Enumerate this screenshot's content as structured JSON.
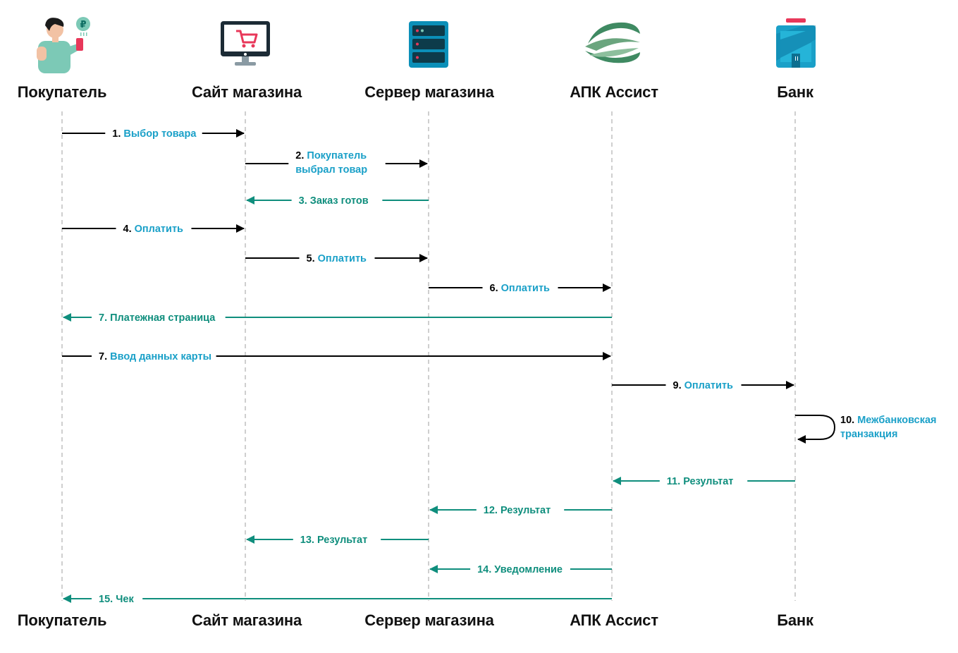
{
  "actors": [
    {
      "id": "buyer",
      "name": "Покупатель",
      "icon": "person-paying-icon"
    },
    {
      "id": "site",
      "name": "Сайт магазина",
      "icon": "monitor-cart-icon"
    },
    {
      "id": "server",
      "name": "Сервер магазина",
      "icon": "server-rack-icon"
    },
    {
      "id": "assist",
      "name": "АПК Ассист",
      "icon": "assist-leaf-logo"
    },
    {
      "id": "bank",
      "name": "Банк",
      "icon": "bank-building-icon"
    }
  ],
  "colors": {
    "request": "#000000",
    "response": "#0f8e7d",
    "label_accent": "#1aa0c8",
    "lifeline": "#b5b5b5"
  },
  "messages": [
    {
      "num": "1.",
      "lines": [
        "Выбор товара"
      ],
      "from": "buyer",
      "to": "site",
      "kind": "request"
    },
    {
      "num": "2.",
      "lines": [
        "Покупатель",
        "выбрал товар"
      ],
      "from": "site",
      "to": "server",
      "kind": "request"
    },
    {
      "num": "3.",
      "lines": [
        "Заказ готов"
      ],
      "from": "server",
      "to": "site",
      "kind": "response"
    },
    {
      "num": "4.",
      "lines": [
        "Оплатить"
      ],
      "from": "buyer",
      "to": "site",
      "kind": "request"
    },
    {
      "num": "5.",
      "lines": [
        "Оплатить"
      ],
      "from": "site",
      "to": "server",
      "kind": "request"
    },
    {
      "num": "6.",
      "lines": [
        "Оплатить"
      ],
      "from": "server",
      "to": "assist",
      "kind": "request"
    },
    {
      "num": "7.",
      "lines": [
        "Платежная страница"
      ],
      "from": "assist",
      "to": "buyer",
      "kind": "response"
    },
    {
      "num": "7.",
      "lines": [
        "Ввод данных карты"
      ],
      "from": "buyer",
      "to": "assist",
      "kind": "request"
    },
    {
      "num": "9.",
      "lines": [
        "Оплатить"
      ],
      "from": "assist",
      "to": "bank",
      "kind": "request"
    },
    {
      "num": "10.",
      "lines": [
        "Межбанковская",
        "транзакция"
      ],
      "from": "bank",
      "to": "bank",
      "kind": "self"
    },
    {
      "num": "11.",
      "lines": [
        "Результат"
      ],
      "from": "bank",
      "to": "assist",
      "kind": "response"
    },
    {
      "num": "12.",
      "lines": [
        "Результат"
      ],
      "from": "assist",
      "to": "server",
      "kind": "response"
    },
    {
      "num": "13.",
      "lines": [
        "Результат"
      ],
      "from": "server",
      "to": "site",
      "kind": "response"
    },
    {
      "num": "14.",
      "lines": [
        "Уведомление"
      ],
      "from": "assist",
      "to": "server",
      "kind": "response"
    },
    {
      "num": "15.",
      "lines": [
        "Чек"
      ],
      "from": "assist",
      "to": "buyer",
      "kind": "response"
    }
  ]
}
